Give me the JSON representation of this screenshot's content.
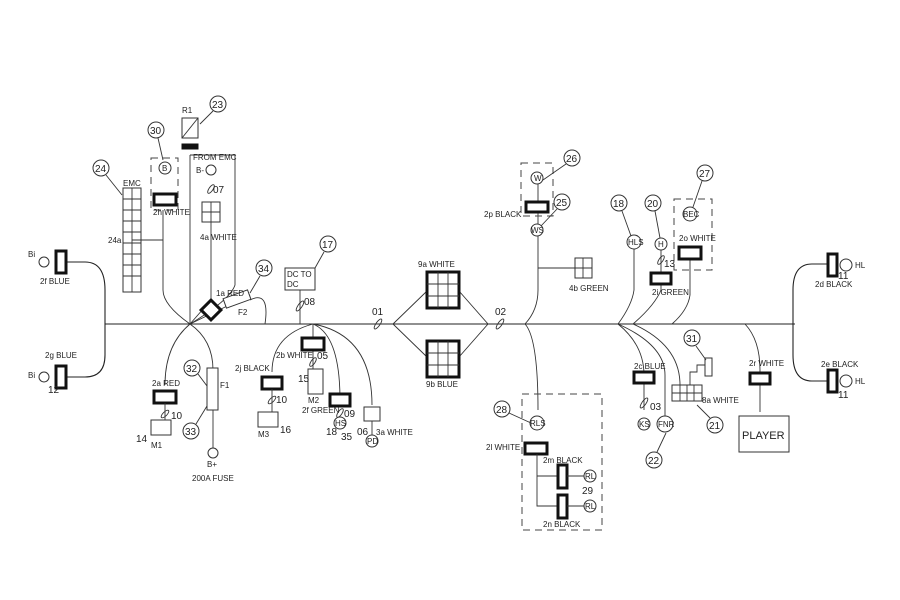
{
  "diagram": {
    "type": "wiring-harness",
    "callouts": [
      "23",
      "30",
      "24",
      "34",
      "17",
      "26",
      "25",
      "18",
      "20",
      "27",
      "28",
      "31",
      "21",
      "22",
      "32",
      "33"
    ],
    "labels": {
      "r1": "R1",
      "from_emc": "FROM EMC",
      "b_minus": "B-",
      "emc": "EMC",
      "emc_24a": "24a",
      "b_circle": "B",
      "c_2h": "2h WHITE",
      "c_4a": "4a WHITE",
      "n_07": "07",
      "c_2f": "2f BLUE",
      "c_2g": "2g BLUE",
      "bi_top": "Bi",
      "bi_bot": "Bi",
      "n_12": "12",
      "c_1a": "1a RED",
      "f2": "F2",
      "dc_to_dc_1": "DC TO",
      "dc_to_dc_2": "DC",
      "n_08": "08",
      "n_01": "01",
      "n_02": "02",
      "c_9a": "9a WHITE",
      "c_9b": "9b BLUE",
      "c_2a": "2a RED",
      "n_10a": "10",
      "m1": "M1",
      "n_14": "14",
      "f1": "F1",
      "b_plus": "B+",
      "fuse": "200A FUSE",
      "c_2j": "2j BLACK",
      "n_10b": "10",
      "m3": "M3",
      "n_16": "16",
      "c_2b": "2b WHITE",
      "n_05": "05",
      "n_15": "15",
      "m2": "M2",
      "c_2f_green": "2f GREEN",
      "n_09": "09",
      "hs": "HS",
      "n_18": "18",
      "n_35": "35",
      "n_06": "06",
      "c_3a": "3a WHITE",
      "pd": "PD",
      "c_2p": "2p BLACK",
      "w": "W",
      "ws": "WS",
      "c_4b": "4b GREEN",
      "rls": "RLS",
      "c_2l": "2l WHITE",
      "c_2m": "2m BLACK",
      "c_2n": "2n BLACK",
      "rl1": "RL",
      "rl2": "RL",
      "n_29": "29",
      "hls": "HLS",
      "h": "H",
      "bec": "BEC",
      "c_2o": "2o WHITE",
      "n_13": "13",
      "c_2i": "2i GREEN",
      "c_2c": "2c BLUE",
      "n_03": "03",
      "ks": "KS",
      "fnr": "FNR",
      "c_8a": "8a WHITE",
      "c_2r": "2r WHITE",
      "player": "PLAYER",
      "c_2d": "2d BLACK",
      "c_2e": "2e BLACK",
      "hl1": "HL",
      "hl2": "HL",
      "n_11a": "11",
      "n_11b": "11"
    }
  }
}
